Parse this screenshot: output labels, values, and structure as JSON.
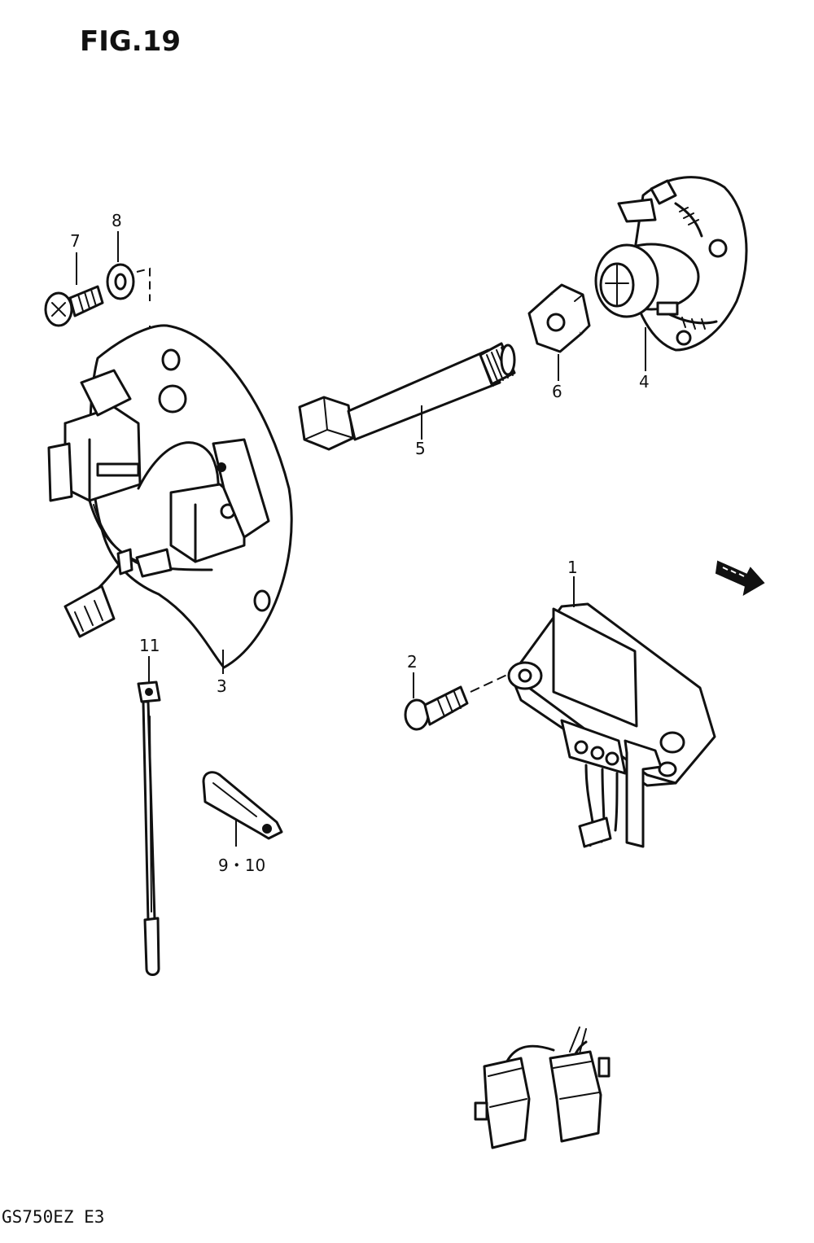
{
  "figure": {
    "title": "FIG.19",
    "model": "GS750EZ E3"
  },
  "callouts": {
    "c1": "1",
    "c2": "2",
    "c3": "3",
    "c4": "4",
    "c5": "5",
    "c6": "6",
    "c7": "7",
    "c8": "8",
    "c9_10": "9・10",
    "c11": "11"
  },
  "colors": {
    "ink": "#111111",
    "background": "#ffffff"
  }
}
